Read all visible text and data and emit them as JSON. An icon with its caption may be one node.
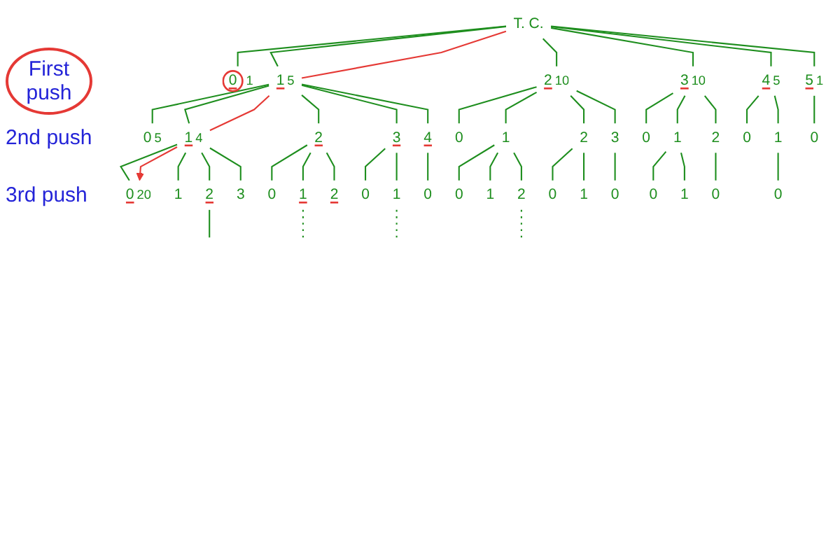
{
  "diagram": {
    "nodes": [
      {
        "text": [
          "T. C."
        ]
      },
      {
        "text": [
          "0"
        ],
        "beside": [
          "1"
        ]
      },
      {
        "text": [
          "1"
        ],
        "beside": [
          "5"
        ]
      },
      {
        "text": [
          "2"
        ],
        "beside": [
          "10"
        ]
      },
      {
        "text": [
          "3"
        ],
        "beside": [
          "10"
        ]
      },
      {
        "text": [
          "4"
        ],
        "beside": [
          "5"
        ]
      },
      {
        "text": [
          "5"
        ],
        "beside": [
          "1"
        ]
      },
      {
        "text": [
          "0"
        ],
        "beside": [
          "5"
        ]
      },
      {
        "text": [
          "1"
        ],
        "beside": [
          "4"
        ]
      },
      {
        "text": [
          "2"
        ]
      },
      {
        "text": [
          "3"
        ]
      },
      {
        "text": [
          "4"
        ]
      },
      {
        "text": [
          "0"
        ]
      },
      {
        "text": [
          "1"
        ]
      },
      {
        "text": [
          "2"
        ]
      },
      {
        "text": [
          "3"
        ]
      },
      {
        "text": [
          "0"
        ]
      },
      {
        "text": [
          "1"
        ]
      },
      {
        "text": [
          "2"
        ]
      },
      {
        "text": [
          "0"
        ]
      },
      {
        "text": [
          "1"
        ]
      },
      {
        "text": [
          "0"
        ]
      },
      {
        "text": [
          "0"
        ],
        "beside": [
          "20"
        ]
      },
      {
        "text": [
          "1"
        ]
      },
      {
        "text": [
          "2"
        ]
      },
      {
        "text": [
          "3"
        ]
      },
      {
        "text": [
          "0"
        ]
      },
      {
        "text": [
          "1"
        ]
      },
      {
        "text": [
          "2"
        ]
      },
      {
        "text": [
          "0"
        ]
      },
      {
        "text": [
          "1"
        ]
      },
      {
        "text": [
          "0"
        ]
      },
      {
        "text": [
          "0"
        ]
      },
      {
        "text": [
          "1"
        ]
      },
      {
        "text": [
          "2"
        ]
      },
      {
        "text": [
          "0"
        ]
      },
      {
        "text": [
          "1"
        ]
      },
      {
        "text": [
          "0"
        ]
      },
      {
        "text": [
          "0"
        ]
      },
      {
        "text": [
          "1"
        ]
      },
      {
        "text": [
          "0"
        ]
      },
      {
        "text": [
          "0"
        ]
      }
    ],
    "edges": [
      {
        "from": 0,
        "to": 1,
        "arrow": "none"
      },
      {
        "from": 0,
        "to": 2,
        "arrow": "none"
      },
      {
        "from": 0,
        "to": 3,
        "arrow": "none"
      },
      {
        "from": 0,
        "to": 4,
        "arrow": "none"
      },
      {
        "from": 0,
        "to": 5,
        "arrow": "none"
      },
      {
        "from": 0,
        "to": 6,
        "arrow": "none"
      },
      {
        "from": 2,
        "to": 7,
        "arrow": "none"
      },
      {
        "from": 2,
        "to": 8,
        "arrow": "none"
      },
      {
        "from": 2,
        "to": 9,
        "arrow": "none"
      },
      {
        "from": 2,
        "to": 10,
        "arrow": "none"
      },
      {
        "from": 2,
        "to": 11,
        "arrow": "none"
      },
      {
        "from": 3,
        "to": 12,
        "arrow": "none"
      },
      {
        "from": 3,
        "to": 13,
        "arrow": "none"
      },
      {
        "from": 3,
        "to": 14,
        "arrow": "none"
      },
      {
        "from": 3,
        "to": 15,
        "arrow": "none"
      },
      {
        "from": 4,
        "to": 16,
        "arrow": "none"
      },
      {
        "from": 4,
        "to": 17,
        "arrow": "none"
      },
      {
        "from": 4,
        "to": 18,
        "arrow": "none"
      },
      {
        "from": 5,
        "to": 19,
        "arrow": "none"
      },
      {
        "from": 5,
        "to": 20,
        "arrow": "none"
      },
      {
        "from": 6,
        "to": 21,
        "arrow": "none"
      },
      {
        "from": 8,
        "to": 22,
        "arrow": "none"
      },
      {
        "from": 8,
        "to": 23,
        "arrow": "none"
      },
      {
        "from": 8,
        "to": 24,
        "arrow": "none"
      },
      {
        "from": 8,
        "to": 25,
        "arrow": "none"
      },
      {
        "from": 9,
        "to": 26,
        "arrow": "none"
      },
      {
        "from": 9,
        "to": 27,
        "arrow": "none"
      },
      {
        "from": 9,
        "to": 28,
        "arrow": "none"
      },
      {
        "from": 10,
        "to": 29,
        "arrow": "none"
      },
      {
        "from": 10,
        "to": 30,
        "arrow": "none"
      },
      {
        "from": 11,
        "to": 31,
        "arrow": "none"
      },
      {
        "from": 13,
        "to": 32,
        "arrow": "none"
      },
      {
        "from": 13,
        "to": 33,
        "arrow": "none"
      },
      {
        "from": 13,
        "to": 34,
        "arrow": "none"
      },
      {
        "from": 14,
        "to": 35,
        "arrow": "none"
      },
      {
        "from": 14,
        "to": 36,
        "arrow": "none"
      },
      {
        "from": 15,
        "to": 37,
        "arrow": "none"
      },
      {
        "from": 17,
        "to": 38,
        "arrow": "none"
      },
      {
        "from": 17,
        "to": 39,
        "arrow": "none"
      },
      {
        "from": 18,
        "to": 40,
        "arrow": "none"
      },
      {
        "from": 20,
        "to": 41,
        "arrow": "none"
      },
      {
        "from": 0,
        "to": 2,
        "arrow": "none",
        "color": "#e53935"
      },
      {
        "from": 2,
        "to": 8,
        "arrow": "none",
        "color": "#e53935"
      },
      {
        "from": 8,
        "to": 22,
        "arrow": "to",
        "color": "#e53935"
      },
      {
        "from": 24,
        "to": null,
        "arrow": "none"
      },
      {
        "from": 27,
        "to": null,
        "arrow": "none",
        "style": "dashed"
      },
      {
        "from": 30,
        "to": null,
        "arrow": "none",
        "style": "dashed"
      },
      {
        "from": 34,
        "to": null,
        "arrow": "none",
        "style": "dashed"
      }
    ],
    "labels": [
      "First push",
      "2nd push",
      "3rd push"
    ]
  }
}
